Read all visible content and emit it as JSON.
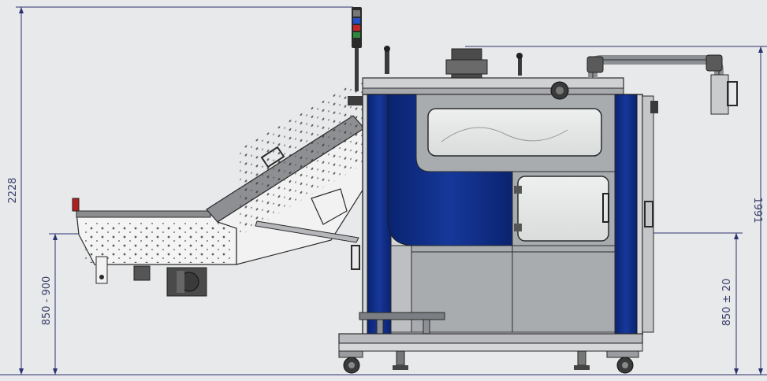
{
  "dimensions": {
    "overall_height": "2228",
    "infeed_height": "850 - 900",
    "machine_height": "1991",
    "outfeed_height": "850 ± 20"
  },
  "colors": {
    "background": "#e8e9ea",
    "dimension_line": "#2c3170",
    "frame_blue": "#0c2a7a",
    "panel_grey": "#b7b9bc",
    "steel": "#9fa2a6",
    "outline": "#2b2b2b"
  }
}
